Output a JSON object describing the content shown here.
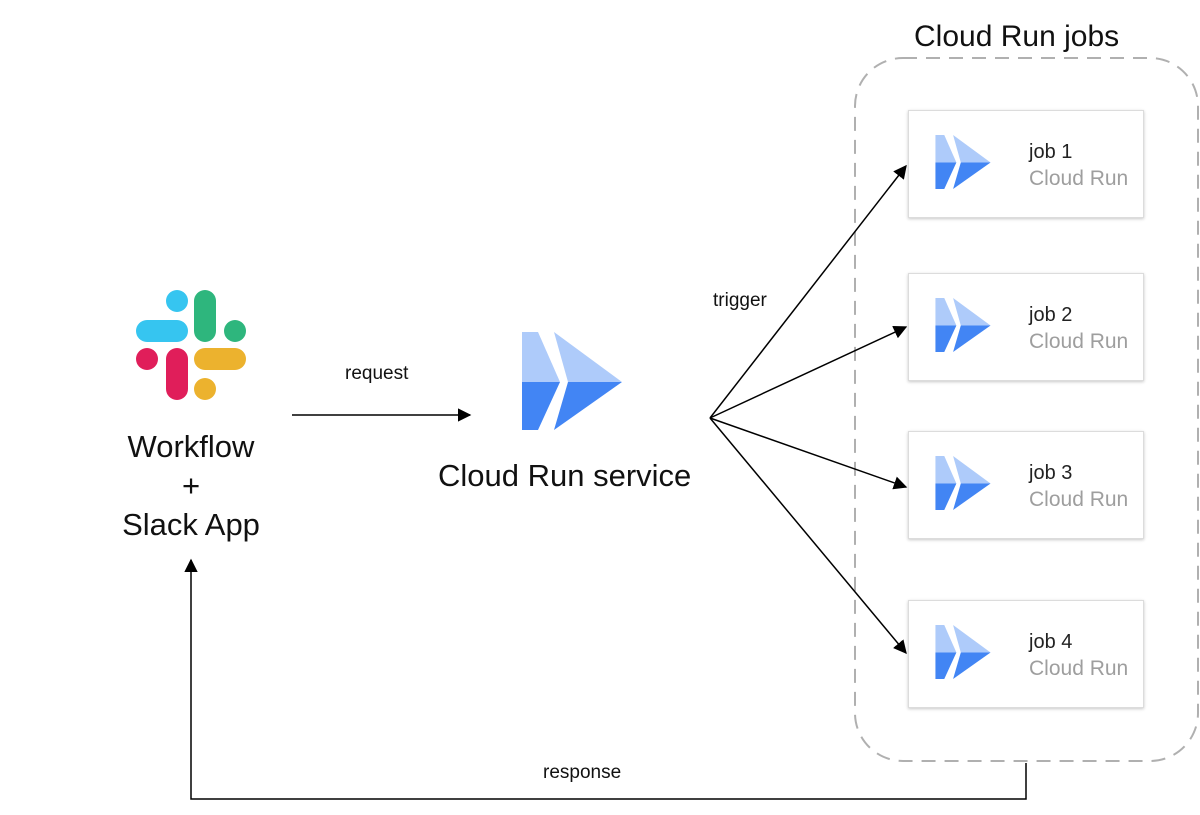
{
  "group": {
    "title": "Cloud Run jobs"
  },
  "slack_app": {
    "label_lines": [
      "Workflow",
      "+",
      "Slack App"
    ]
  },
  "service": {
    "label": "Cloud Run service"
  },
  "edges": {
    "request": "request",
    "trigger": "trigger",
    "response": "response"
  },
  "jobs": [
    {
      "name": "job 1",
      "type": "Cloud Run"
    },
    {
      "name": "job 2",
      "type": "Cloud Run"
    },
    {
      "name": "job 3",
      "type": "Cloud Run"
    },
    {
      "name": "job 4",
      "type": "Cloud Run"
    }
  ],
  "colors": {
    "cloud_run_light": "#aecbfa",
    "cloud_run_dark": "#4285f4",
    "slack_blue": "#36c5f0",
    "slack_green": "#2eb67d",
    "slack_red": "#e01e5a",
    "slack_yellow": "#ecb22e",
    "group_border": "#b0b0b0"
  },
  "icons": {
    "slack": "slack-logo-icon",
    "service": "cloud-run-icon"
  }
}
